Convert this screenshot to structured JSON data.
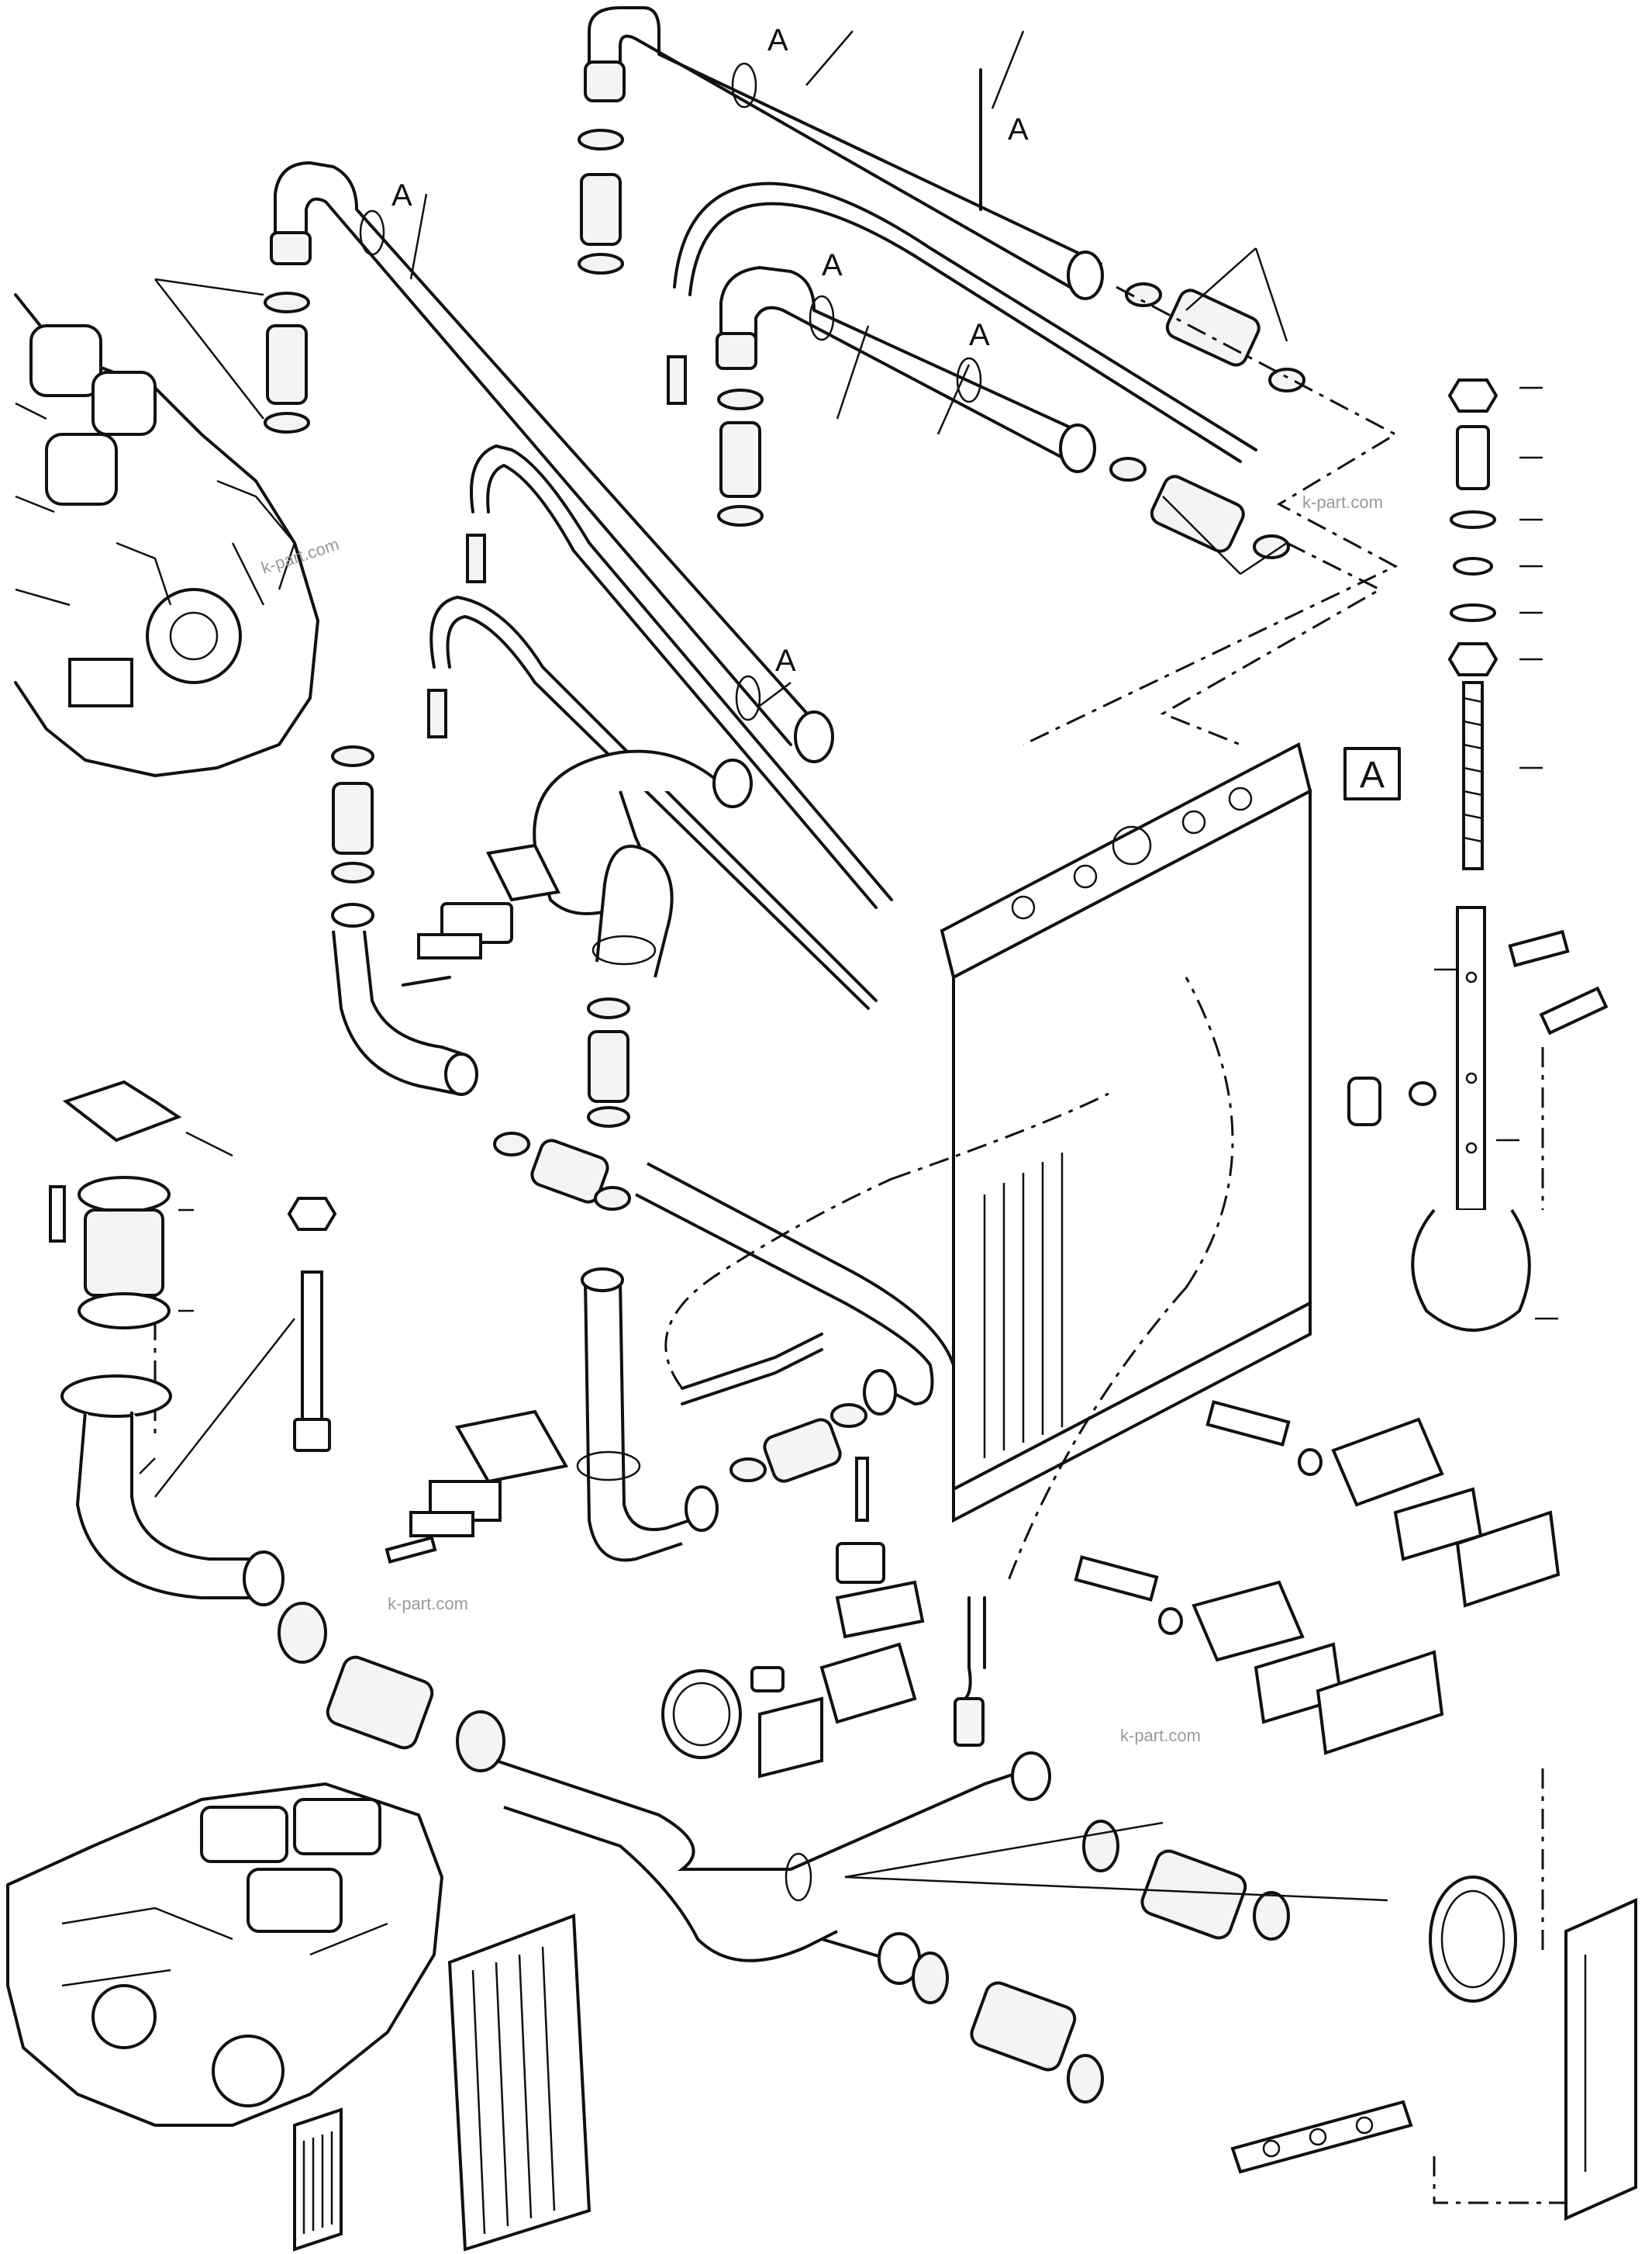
{
  "callouts": {
    "a1": "A",
    "a2": "A",
    "a3": "A",
    "a4": "A",
    "a5": "A",
    "a6": "A",
    "boxed": "A"
  },
  "watermarks": {
    "w1": "k-part.com",
    "w2": "k-part.com",
    "w3": "k-part.com",
    "w4": "k-part.com"
  }
}
